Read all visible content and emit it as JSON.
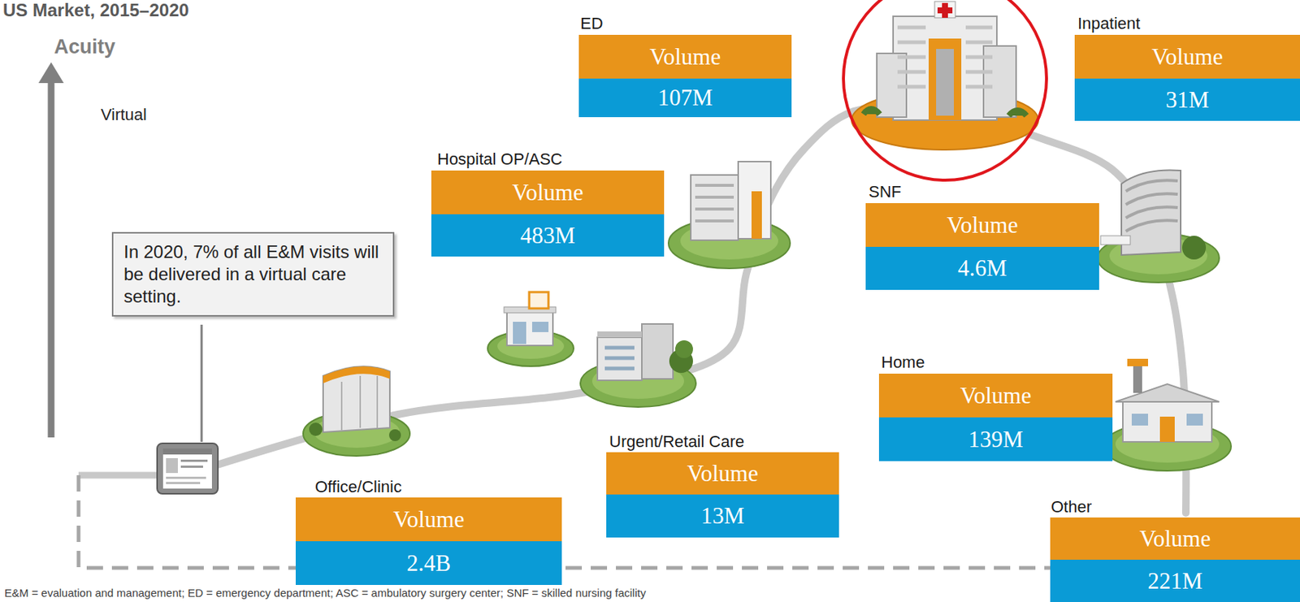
{
  "diagram": {
    "title": "US Market, 2015–2020",
    "caption": "E&M = evaluation and management; ED = emergency department; ASC = ambulatory surgery center; SNF = skilled nursing facility",
    "nodes": [
      {
        "text": [
          "ED",
          "Volume",
          "107M"
        ]
      },
      {
        "text": [
          "Inpatient",
          "Volume",
          "31M"
        ]
      },
      {
        "text": [
          "Hospital OP/ASC",
          "Volume",
          "483M"
        ]
      },
      {
        "text": [
          "SNF",
          "Volume",
          "4.6M"
        ]
      },
      {
        "text": [
          "In 2020, 7% of all E&M visits will be delivered in a virtual care setting."
        ]
      },
      {
        "text": [
          "Home",
          "Volume",
          "139M"
        ]
      },
      {
        "text": [
          "Urgent/Retail Care",
          "Volume",
          "13M"
        ]
      },
      {
        "text": [
          "Office/Clinic",
          "Volume",
          "2.4B"
        ]
      },
      {
        "text": [
          "Other",
          "Volume",
          "221M"
        ]
      }
    ],
    "labels": [
      "Acuity",
      "Virtual"
    ]
  }
}
